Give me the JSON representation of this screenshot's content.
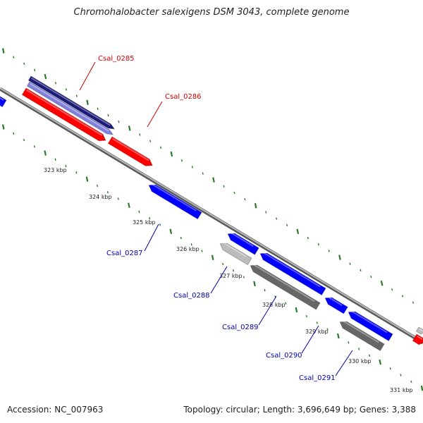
{
  "title": "Chromohalobacter salexigens DSM 3043, complete genome",
  "footer": {
    "accession": "Accession: NC_007963",
    "stats": "Topology: circular; Length: 3,696,649 bp; Genes: 3,388"
  },
  "ticks": [
    {
      "label": "323 kbp"
    },
    {
      "label": "324 kbp"
    },
    {
      "label": "325 kbp"
    },
    {
      "label": "326 kbp"
    },
    {
      "label": "327 kbp"
    },
    {
      "label": "328 kbp"
    },
    {
      "label": "329 kbp"
    },
    {
      "label": "330 kbp"
    },
    {
      "label": "331 kbp"
    }
  ],
  "genes": [
    {
      "label": "Csal_0285",
      "strand": "+"
    },
    {
      "label": "Csal_0286",
      "strand": "+"
    },
    {
      "label": "Csal_0287",
      "strand": "-"
    },
    {
      "label": "Csal_0288",
      "strand": "-"
    },
    {
      "label": "Csal_0289",
      "strand": "-"
    },
    {
      "label": "Csal_0290",
      "strand": "-"
    },
    {
      "label": "Csal_0291",
      "strand": "-"
    }
  ],
  "colors": {
    "backbone": "#8a8a8a",
    "plus_strand_gene": "#ff0000",
    "minus_strand_gene": "#0000ff",
    "navy_feature": "#1a1a7a",
    "lavender_feature": "#8080e0",
    "gray_feature": "#666666",
    "light_gray_feature": "#bbbbbb",
    "gc_dots": "#2a7a2a",
    "plus_label": "#cc0000",
    "minus_label": "#0000aa"
  }
}
